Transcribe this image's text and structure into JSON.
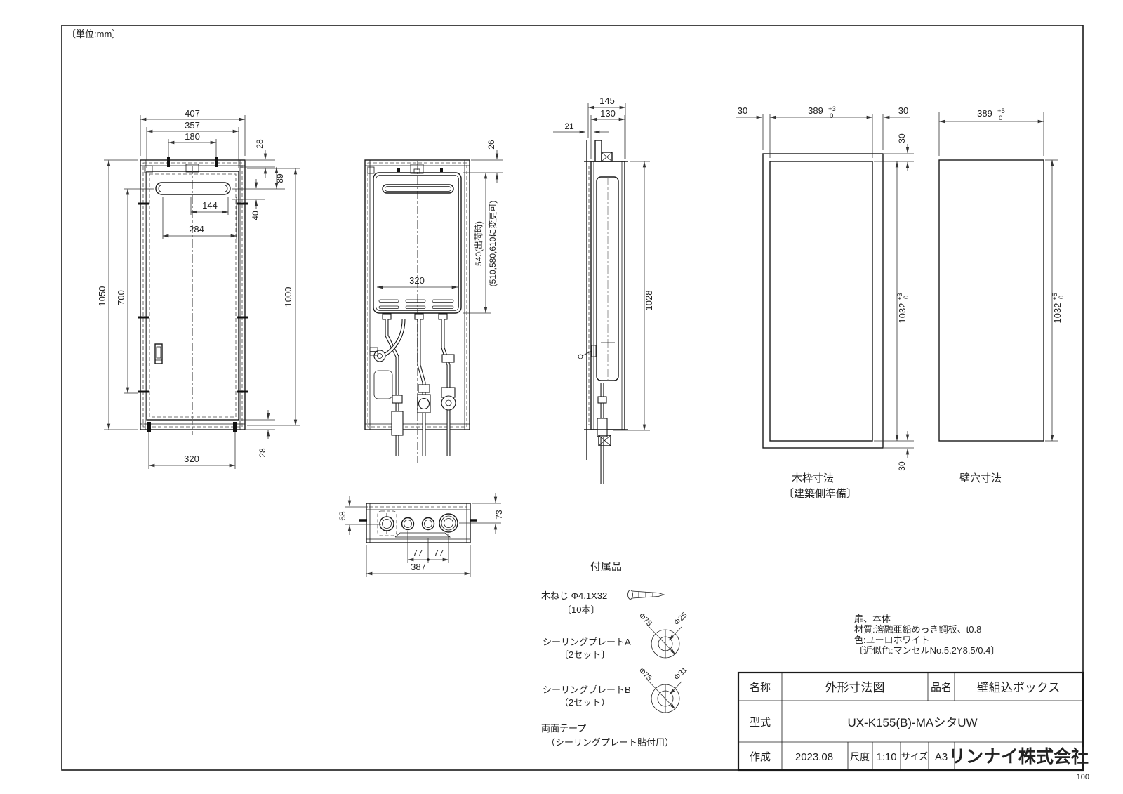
{
  "sheet": {
    "units": "〔単位:mm〕",
    "page_number": "100"
  },
  "front_view": {
    "dim_width_overall": "407",
    "dim_width_door": "357",
    "dim_pitch_top": "180",
    "dim_offset_top": "28",
    "dim_slot_down": "89",
    "dim_slot_center": "40",
    "dim_slot_pitch": "144",
    "dim_slot_width": "284",
    "dim_height_overall": "1050",
    "dim_height_handle": "700",
    "dim_height_door": "1000",
    "dim_width_bottom": "320",
    "dim_offset_bottom": "28"
  },
  "open_view": {
    "dim_top_gap": "26",
    "dim_unit_width": "320",
    "dim_duct_line1": "540(出荷時)",
    "dim_duct_line2": "(510,580,610に変更可)"
  },
  "side_view": {
    "dim_depth_overall": "145",
    "dim_depth_box": "130",
    "dim_front_gap": "21",
    "dim_height_inner": "1028"
  },
  "bottom_view": {
    "dim_edge_left": "68",
    "dim_edge_right": "73",
    "dim_pitch_a": "77",
    "dim_pitch_b": "77",
    "dim_width": "387"
  },
  "frame_view": {
    "label_line1": "木枠寸法",
    "label_line2": "〔建築側準備〕",
    "dim_side_left": "30",
    "dim_side_right": "30",
    "dim_side_top": "30",
    "dim_side_bottom": "30",
    "dim_width": "389",
    "dim_width_tol_up": "+3",
    "dim_width_tol_dn": "0",
    "dim_height": "1032",
    "dim_height_tol_up": "+3",
    "dim_height_tol_dn": "0"
  },
  "hole_view": {
    "label": "壁穴寸法",
    "dim_width": "389",
    "dim_width_tol_up": "+5",
    "dim_width_tol_dn": "0",
    "dim_height": "1032",
    "dim_height_tol_up": "+5",
    "dim_height_tol_dn": "0"
  },
  "accessories": {
    "title": "付属品",
    "screw_label": "木ねじ Φ4.1X32",
    "screw_qty": "〔10本〕",
    "plate_a_label": "シーリングプレートA",
    "plate_a_qty": "〔2セット〕",
    "plate_a_outer": "Φ75",
    "plate_a_inner": "Φ25",
    "plate_b_label": "シーリングプレートB",
    "plate_b_qty": "（2セット）",
    "plate_b_outer": "Φ75",
    "plate_b_inner": "Φ31",
    "tape_label": "両面テープ",
    "tape_note": "（シーリングプレート貼付用）"
  },
  "material_note": {
    "line1": "扉、本体",
    "line2": "材質:溶融亜鉛めっき鋼板、t0.8",
    "line3": "色:ユーロホワイト",
    "line4": "〔近似色:マンセルNo.5.2Y8.5/0.4〕"
  },
  "title_block": {
    "name_label": "名称",
    "name_value": "外形寸法図",
    "item_label": "品名",
    "item_value": "壁組込ボックス",
    "model_label": "型式",
    "model_value": "UX-K155(B)-MAシタUW",
    "date_label": "作成",
    "date_value": "2023.08",
    "scale_label": "尺度",
    "scale_value": "1:10",
    "size_label": "サイズ",
    "size_value": "A3",
    "company": "リンナイ株式会社"
  }
}
